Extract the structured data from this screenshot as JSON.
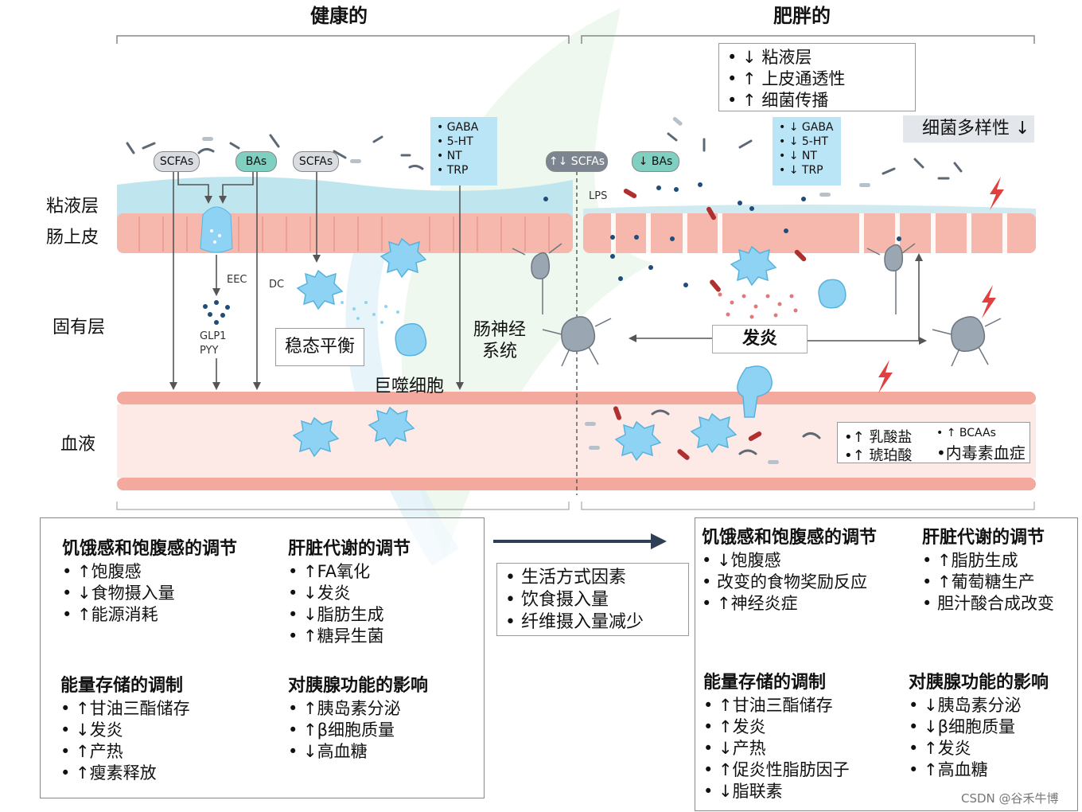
{
  "headers": {
    "healthy": "健康的",
    "obese": "肥胖的"
  },
  "layers": {
    "mucus": "粘液层",
    "epithelium": "肠上皮",
    "lamina": "固有层",
    "blood": "血液"
  },
  "molecules": {
    "scfas_left": "SCFAs",
    "bas_left": "BAs",
    "scfas_mid": "SCFAs",
    "scfas_obese": "↑↓ SCFAs",
    "bas_obese": "↓ BAs",
    "eec": "EEC",
    "glp1": "GLP1",
    "pyy": "PYY",
    "dc": "DC",
    "lps": "LPS"
  },
  "neuro_healthy": [
    "• GABA",
    "• 5-HT",
    "• NT",
    "• TRP"
  ],
  "neuro_obese": [
    "• ↓ GABA",
    "• ↓ 5-HT",
    "• ↓ NT",
    "• ↓ TRP"
  ],
  "barrier_changes": [
    "• ↓ 粘液层",
    "• ↑ 上皮通透性",
    "• ↑ 细菌传播"
  ],
  "diversity": "细菌多样性 ↓",
  "labels": {
    "homeostasis": "稳态平衡",
    "macrophage": "巨噬细胞",
    "ens_1": "肠神经",
    "ens_2": "系统",
    "inflammation": "发炎"
  },
  "blood_box": {
    "lactate": "•↑ 乳酸盐",
    "succinate": "•↑ 琥珀酸",
    "bcaas": "• ↑ BCAAs",
    "endotox": "•内毒素血症"
  },
  "lifestyle": [
    "• 生活方式因素",
    "• 饮食摄入量",
    "• 纤维摄入量减少"
  ],
  "healthy_panels": [
    {
      "title": "饥饿感和饱腹感的调节",
      "items": [
        "• ↑饱腹感",
        "• ↓食物摄入量",
        "• ↑能源消耗"
      ]
    },
    {
      "title": "肝脏代谢的调节",
      "items": [
        "• ↑FA氧化",
        "• ↓发炎",
        "• ↓脂肪生成",
        "• ↑糖异生菌"
      ]
    },
    {
      "title": "能量存储的调制",
      "items": [
        "• ↑甘油三酯储存",
        "• ↓发炎",
        "• ↑产热",
        "• ↑瘦素释放"
      ]
    },
    {
      "title": "对胰腺功能的影响",
      "items": [
        "• ↑胰岛素分泌",
        "• ↑β细胞质量",
        "• ↓高血糖"
      ]
    }
  ],
  "obese_panels": [
    {
      "title": "饥饿感和饱腹感的调节",
      "items": [
        "• ↓饱腹感",
        "• 改变的食物奖励反应",
        "• ↑神经炎症"
      ]
    },
    {
      "title": "肝脏代谢的调节",
      "items": [
        "• ↑脂肪生成",
        "• ↑葡萄糖生产",
        "• 胆汁酸合成改变"
      ]
    },
    {
      "title": "能量存储的调制",
      "items": [
        "• ↑甘油三酯储存",
        "• ↑发炎",
        "• ↓产热",
        "• ↑促炎性脂肪因子",
        "• ↓脂联素"
      ]
    },
    {
      "title": "对胰腺功能的影响",
      "items": [
        "• ↓胰岛素分泌",
        "• ↓β细胞质量",
        "• ↑发炎",
        "• ↑高血糖"
      ]
    }
  ],
  "credit": "CSDN @谷禾牛博",
  "colors": {
    "mucus": "#bfe6ee",
    "epithelium": "#f6b8ad",
    "vessel": "#f3a99e",
    "cell": "#8fd3f4",
    "neuro_box": "#b9e5f6",
    "bas_pill": "#7fd0c0",
    "scfa_pill": "#d9dde2"
  }
}
